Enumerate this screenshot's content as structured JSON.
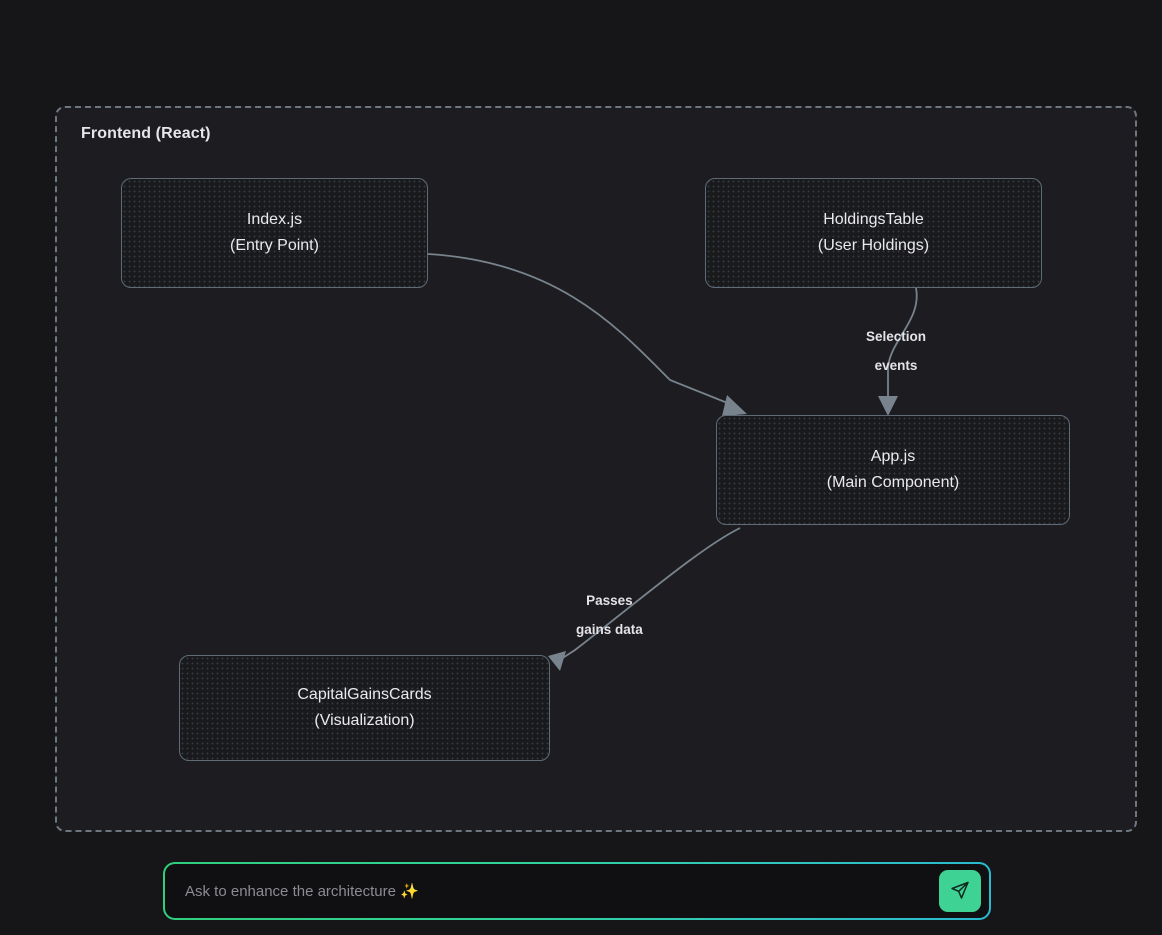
{
  "page": {
    "background": "#161618"
  },
  "diagram": {
    "title": "Frontend (React)",
    "border_color": "#6e7781",
    "node_border_color": "#5f6b76",
    "edge_color": "#78838d",
    "nodes": [
      {
        "id": "index",
        "line1": "Index.js",
        "line2": "(Entry Point)"
      },
      {
        "id": "holdings",
        "line1": "HoldingsTable",
        "line2": "(User Holdings)"
      },
      {
        "id": "app",
        "line1": "App.js",
        "line2": "(Main Component)"
      },
      {
        "id": "cards",
        "line1": "CapitalGainsCards",
        "line2": "(Visualization)"
      }
    ],
    "edges": [
      {
        "id": "index-to-app",
        "from": "index",
        "to": "app",
        "label_line1": "",
        "label_line2": ""
      },
      {
        "id": "holdings-to-app",
        "from": "holdings",
        "to": "app",
        "label_line1": "Selection",
        "label_line2": "events"
      },
      {
        "id": "app-to-cards",
        "from": "app",
        "to": "cards",
        "label_line1": "Passes",
        "label_line2": "gains data"
      }
    ]
  },
  "prompt": {
    "placeholder": "Ask to enhance the architecture ✨",
    "value": "",
    "send_icon": "send-icon",
    "accent_start": "#2fcf7d",
    "accent_end": "#2ab9cf",
    "send_button_color": "#3ed295"
  }
}
